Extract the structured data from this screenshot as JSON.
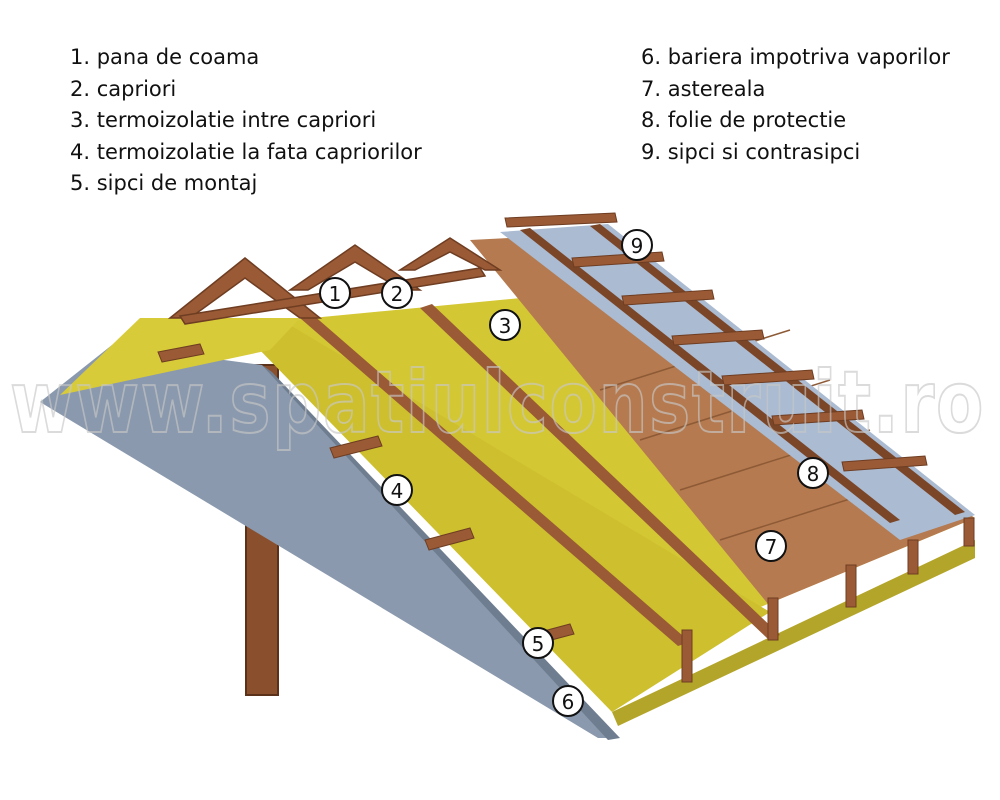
{
  "legend": {
    "left": [
      "1. pana de coama",
      "2. capriori",
      "3. termoizolatie intre capriori",
      "4. termoizolatie la fata capriorilor",
      "5. sipci de montaj"
    ],
    "right": [
      "6. bariera impotriva vaporilor",
      "7. astereala",
      "8. folie de protectie",
      "9. sipci si contrasipci"
    ]
  },
  "callouts": [
    "1",
    "2",
    "3",
    "4",
    "5",
    "6",
    "7",
    "8",
    "9"
  ],
  "watermark": "www.spatiulconstruit.ro",
  "colors": {
    "insulation": "#d4c734",
    "insulation_shade": "#b3a52a",
    "wood": "#9a5a35",
    "wood_dark": "#6e3d22",
    "board": "#b57a4f",
    "membrane": "#aabbd2",
    "vapor_barrier": "#8a99ad"
  }
}
